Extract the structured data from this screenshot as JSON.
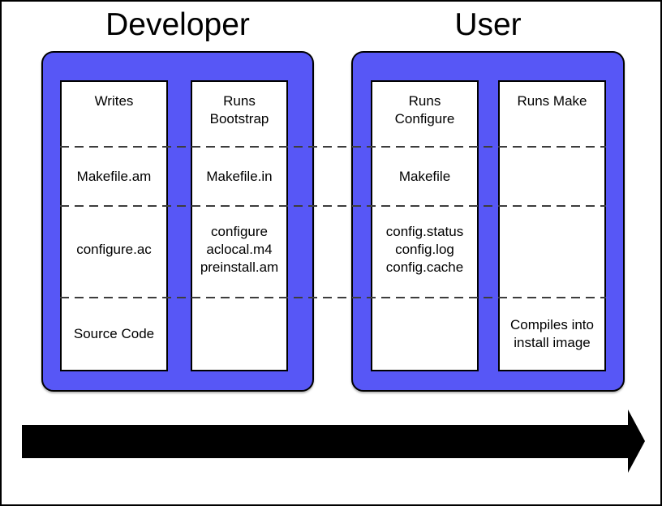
{
  "diagram": {
    "kind": "autotools-build-flow",
    "groups": [
      {
        "title": "Developer",
        "columns": [
          {
            "role": "writes",
            "cells": [
              "Writes",
              "Makefile.am",
              "configure.ac",
              "Source Code"
            ]
          },
          {
            "role": "runs-bootstrap",
            "cells": [
              "Runs\nBootstrap",
              "Makefile.in",
              "configure\naclocal.m4\npreinstall.am",
              ""
            ]
          }
        ]
      },
      {
        "title": "User",
        "columns": [
          {
            "role": "runs-configure",
            "cells": [
              "Runs\nConfigure",
              "Makefile",
              "config.status\nconfig.log\nconfig.cache",
              ""
            ]
          },
          {
            "role": "runs-make",
            "cells": [
              "Runs Make",
              "",
              "",
              "Compiles into\ninstall image"
            ]
          }
        ]
      }
    ],
    "dashed_dividers": {
      "count": 3,
      "color": "#3d3d3d"
    },
    "flow_arrow": {
      "direction": "right",
      "color": "#000000"
    },
    "colors": {
      "container_fill": "#5757f6",
      "column_fill": "#ffffff",
      "outline": "#000000",
      "background": "#ffffff"
    }
  }
}
